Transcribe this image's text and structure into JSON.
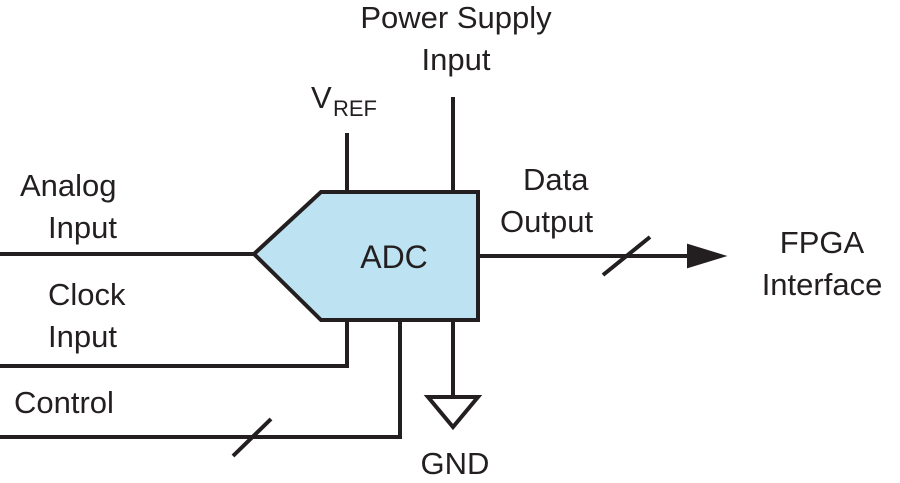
{
  "colors": {
    "adc_fill": "#bde3f3",
    "line": "#231f20",
    "text": "#231f20"
  },
  "block": {
    "label": "ADC"
  },
  "labels": {
    "power_supply_line1": "Power Supply",
    "power_supply_line2": "Input",
    "vref_main": "V",
    "vref_sub": "REF",
    "analog_line1": "Analog",
    "analog_line2": "Input",
    "clock_line1": "Clock",
    "clock_line2": "Input",
    "control": "Control",
    "data_line1": "Data",
    "data_line2": "Output",
    "fpga_line1": "FPGA",
    "fpga_line2": "Interface",
    "gnd": "GND"
  }
}
